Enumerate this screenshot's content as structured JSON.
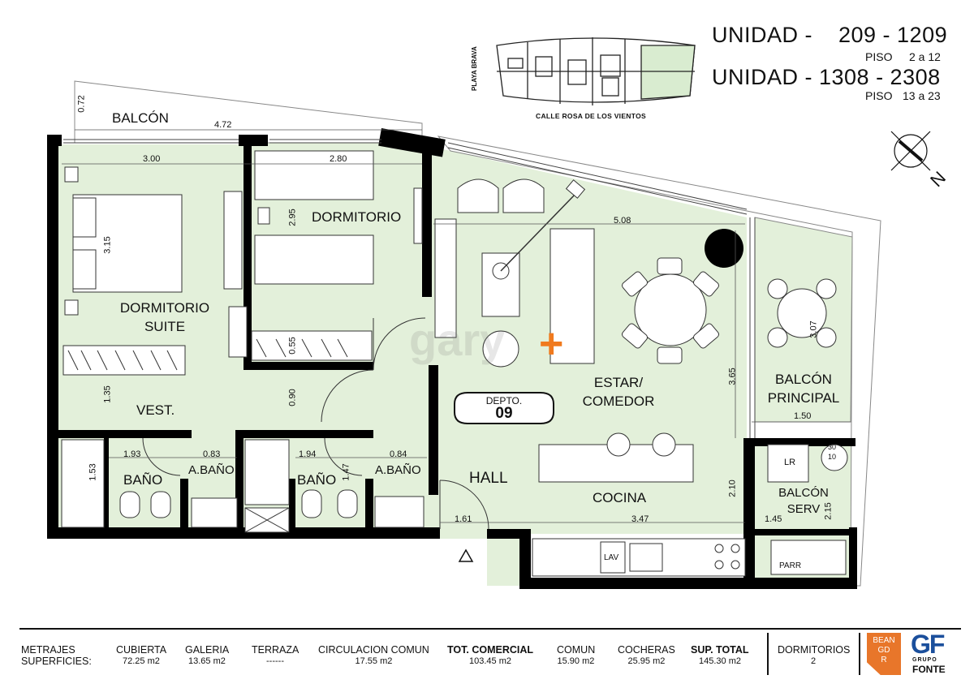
{
  "header": {
    "unit1_label": "UNIDAD -",
    "unit1_range": "209 - 1209",
    "floor1_label": "PISO",
    "floor1_range": "2 a 12",
    "unit2_label": "UNIDAD - 1308 - 2308",
    "floor2_label": "PISO",
    "floor2_range": "13 a 23",
    "keyplan_side_label": "PLAYA BRAVA",
    "keyplan_street": "CALLE ROSA DE LOS VIENTOS",
    "compass_letter": "N"
  },
  "rooms": {
    "balcon": "BALCÓN",
    "dormitorio_suite_1": "DORMITORIO",
    "dormitorio_suite_2": "SUITE",
    "dormitorio": "DORMITORIO",
    "vest": "VEST.",
    "bano_1": "BAÑO",
    "a_bano_1": "A.BAÑO",
    "bano_2": "BAÑO",
    "a_bano_2": "A.BAÑO",
    "hall": "HALL",
    "estar_1": "ESTAR/",
    "estar_2": "COMEDOR",
    "cocina": "COCINA",
    "balcon_principal_1": "BALCÓN",
    "balcon_principal_2": "PRINCIPAL",
    "balcon_serv_1": "BALCÓN",
    "balcon_serv_2": "SERV",
    "lr": "LR",
    "lav": "LAV",
    "parr": "PARR",
    "tank": "30",
    "tank_2": "10"
  },
  "depto": {
    "label": "DEPTO.",
    "number": "09"
  },
  "dimensions": {
    "d_072": "0.72",
    "d_472": "4.72",
    "d_300": "3.00",
    "d_280": "2.80",
    "d_315": "3.15",
    "d_295": "2.95",
    "d_055": "0.55",
    "d_090": "0.90",
    "d_135": "1.35",
    "d_508": "5.08",
    "d_365": "3.65",
    "d_307": "3.07",
    "d_150": "1.50",
    "d_193": "1.93",
    "d_083": "0.83",
    "d_194": "1.94",
    "d_084": "0.84",
    "d_153": "1.53",
    "d_147": "1.47",
    "d_161": "1.61",
    "d_347": "3.47",
    "d_210": "2.10",
    "d_145": "1.45",
    "d_215": "2.15"
  },
  "legend": {
    "title_1": "METRAJES",
    "title_2": "SUPERFICIES:",
    "columns": [
      {
        "head": "CUBIERTA",
        "value": "72.25 m2",
        "bold": false
      },
      {
        "head": "GALERIA",
        "value": "13.65 m2",
        "bold": false
      },
      {
        "head": "TERRAZA",
        "value": "------",
        "bold": false
      },
      {
        "head": "CIRCULACION  COMUN",
        "value": "17.55 m2",
        "bold": false
      },
      {
        "head": "TOT. COMERCIAL",
        "value": "103.45 m2",
        "bold": true
      },
      {
        "head": "COMUN",
        "value": "15.90 m2",
        "bold": false
      },
      {
        "head": "COCHERAS",
        "value": "25.95 m2",
        "bold": false
      },
      {
        "head": "SUP. TOTAL",
        "value": "145.30 m2",
        "bold": true
      }
    ],
    "dorm_head": "DORMITORIOS",
    "dorm_value": "2"
  },
  "logos": {
    "bean_1": "BEAN",
    "bean_2": "GD",
    "bean_3": "R",
    "gf_letters": "GF",
    "gf_sub_1": "GRUPO",
    "gf_sub_2": "FONTE"
  },
  "watermark": "gary",
  "colors": {
    "floor": "#e3f0da",
    "wall": "#000000",
    "accent": "#f07a1e",
    "bean": "#e8762a",
    "gf": "#1b4f9c"
  }
}
